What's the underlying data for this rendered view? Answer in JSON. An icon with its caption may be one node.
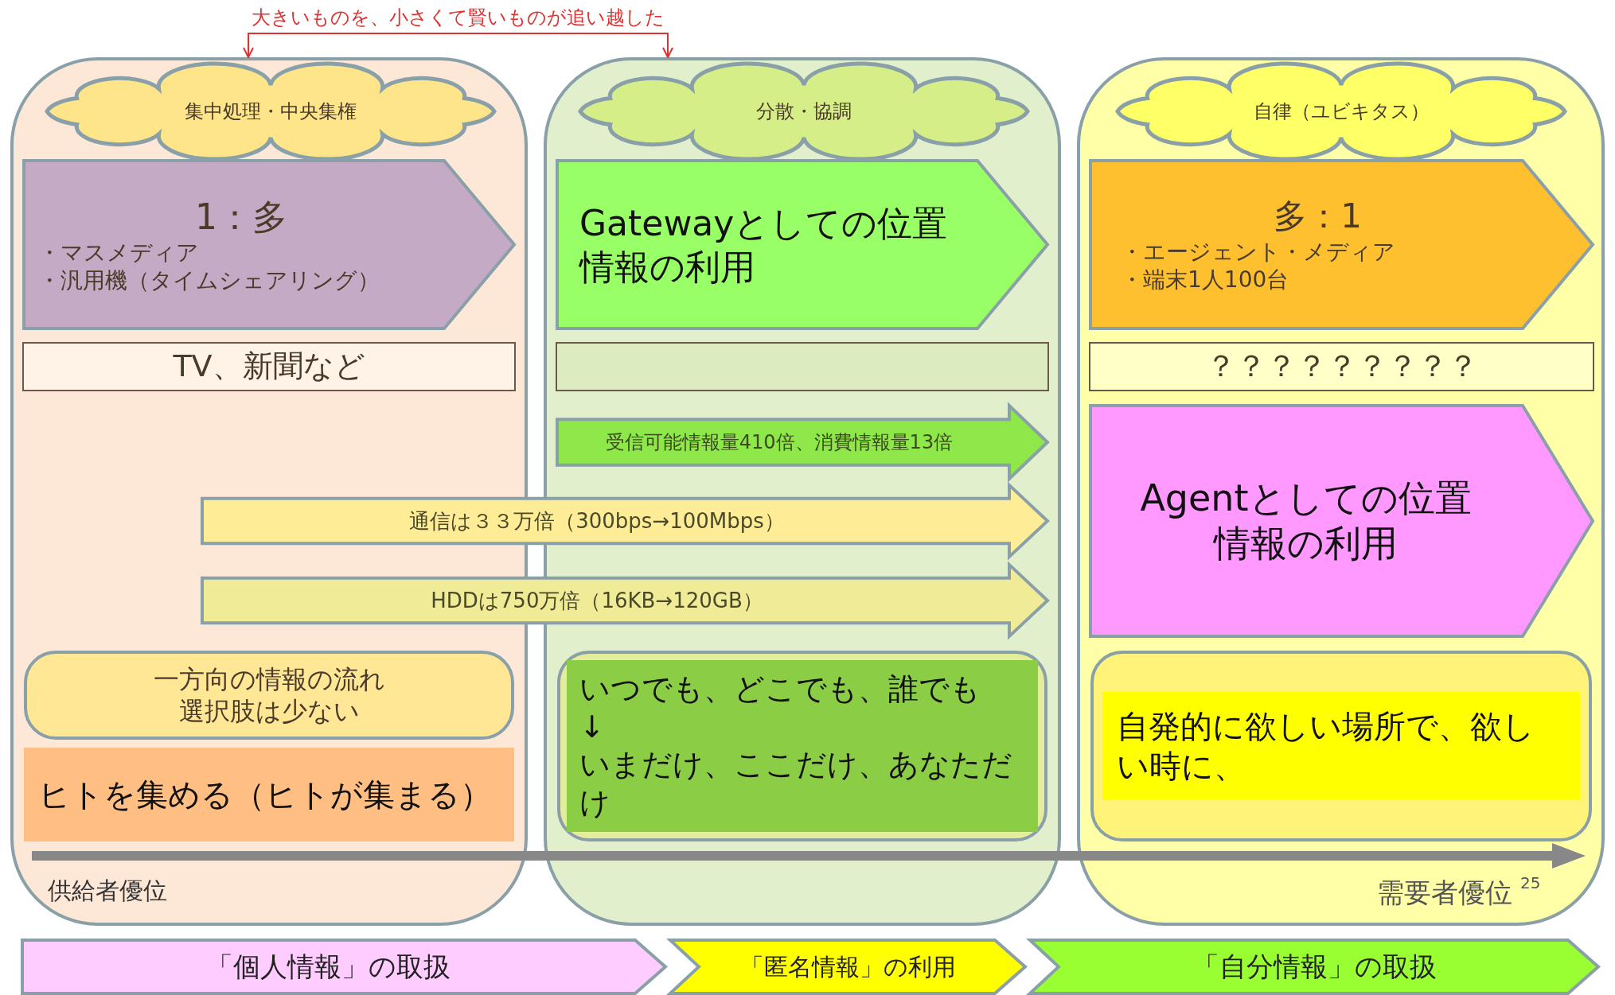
{
  "diagram": {
    "nodes": [
      {
        "text": [],
        "shape": "box"
      },
      {
        "text": [],
        "shape": "box"
      },
      {
        "text": [],
        "shape": "box"
      },
      {
        "text": [
          "集中処理・中央集権"
        ],
        "in": 0
      },
      {
        "text": [
          "分散・協調"
        ],
        "in": 1
      },
      {
        "text": [
          "自律（ユビキタス）"
        ],
        "in": 2
      },
      {
        "text": [
          "1：多",
          "・マスメディア",
          "・汎用機（タイムシェアリング）"
        ],
        "in": 0
      },
      {
        "text": [
          "多：1",
          "・エージェント・メディア",
          "・端末1人100台"
        ],
        "in": 2
      },
      {
        "text": [
          "Gatewayとしての位置情報の利用"
        ],
        "in": 1
      },
      {
        "text": [
          "TV、新聞など"
        ],
        "in": 0
      },
      {
        "text": [],
        "shape": "box",
        "in": 1
      },
      {
        "text": [
          "？？？？？？？？？"
        ],
        "in": 2
      },
      {
        "text": [
          "受信可能情報量410倍、消費情報量13倍"
        ],
        "in": 1
      },
      {
        "text": [
          "通信は３３万倍（300bps→100Mbps）"
        ]
      },
      {
        "text": [
          "HDDは750万倍（16KB→120GB）"
        ]
      },
      {
        "text": [
          "Agentとしての位置情報の利用"
        ],
        "in": 2
      },
      {
        "text": [
          "一方向の情報の流れ",
          "選択肢は少ない"
        ],
        "in": 0
      },
      {
        "text": [],
        "shape": "box",
        "in": 1
      },
      {
        "text": [],
        "shape": "box",
        "in": 2
      },
      {
        "text": [
          "ヒトを集める（ヒトが集まる）"
        ],
        "in": 0
      },
      {
        "text": [
          "いつでも、どこでも、誰でも",
          "↓",
          "いまだけ、ここだけ、あなただけ"
        ],
        "in": 17
      },
      {
        "text": [
          "自発的に欲しい場所で、欲しい時に、"
        ],
        "in": 18
      },
      {
        "text": [
          "「個人情報」の取扱"
        ]
      },
      {
        "text": [
          "「匿名情報」の利用"
        ]
      },
      {
        "text": [
          "「自分情報」の取扱"
        ]
      }
    ],
    "edges": [
      {
        "from": 0,
        "to": 1,
        "arrow": "both",
        "label": "大きいものを、小さくて賢いものが追い越した",
        "color": "#e03030"
      }
    ],
    "labels": [
      "25",
      "供給者優位",
      "需要者優位"
    ]
  }
}
